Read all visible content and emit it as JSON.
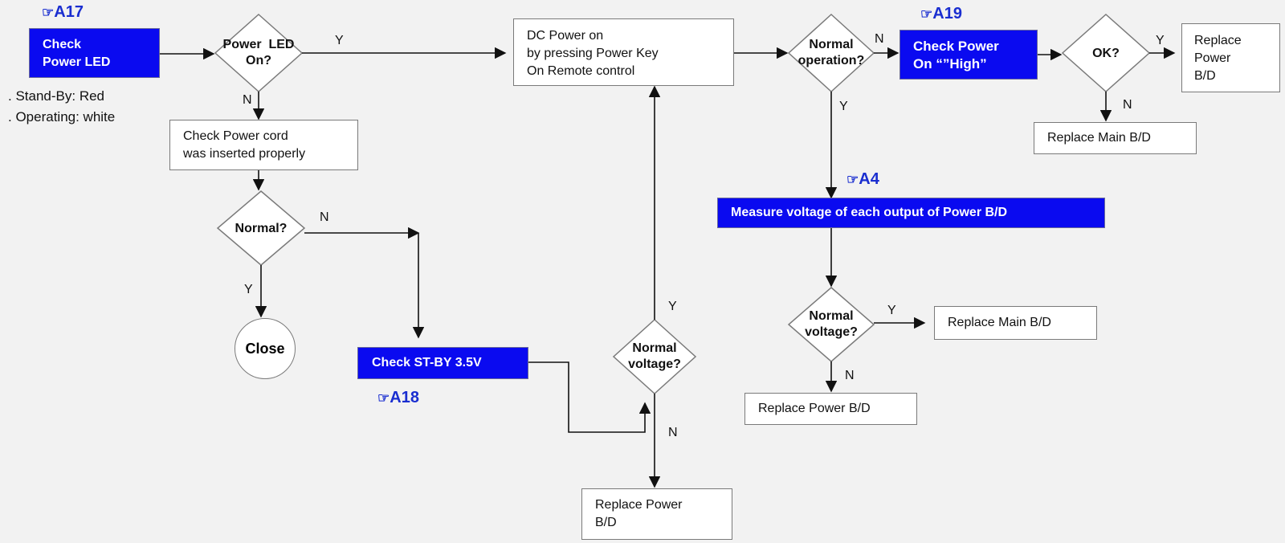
{
  "references": {
    "a17": "A17",
    "a18": "A18",
    "a19": "A19",
    "a4": "A4",
    "pointer_glyph": "☞"
  },
  "notes": {
    "standby": ". Stand-By: Red",
    "operating": ". Operating: white"
  },
  "nodes": {
    "check_power_led": [
      "Check",
      "Power LED"
    ],
    "power_led_on": [
      "Power  LED",
      "On?"
    ],
    "dc_power_on": [
      "DC Power on",
      "by pressing Power Key",
      "On Remote control"
    ],
    "normal_operation": [
      "Normal",
      "operation?"
    ],
    "check_power_on_high": [
      "Check Power",
      "On “”High”"
    ],
    "ok": "OK?",
    "replace_power_top": [
      "Replace",
      "Power",
      "B/D"
    ],
    "replace_main_top": "Replace Main B/D",
    "check_power_cord": [
      "Check Power cord",
      "was inserted properly"
    ],
    "normal": "Normal?",
    "close": "Close",
    "check_stby": "Check ST-BY 3.5V",
    "normal_voltage_center": [
      "Normal",
      "voltage?"
    ],
    "replace_power_bottom": [
      "Replace Power",
      "B/D"
    ],
    "measure_voltage": "Measure voltage of each output of Power B/D",
    "normal_voltage_right": [
      "Normal",
      "voltage?"
    ],
    "replace_main_right": "Replace Main B/D",
    "replace_power_right": "Replace Power B/D"
  },
  "edge_labels": {
    "led_yes": "Y",
    "led_no": "N",
    "normal_no": "N",
    "normal_yes": "Y",
    "center_voltage_yes": "Y",
    "center_voltage_no": "N",
    "operation_no": "N",
    "operation_yes": "Y",
    "ok_yes": "Y",
    "ok_no": "N",
    "right_voltage_yes": "Y",
    "right_voltage_no": "N"
  },
  "colors": {
    "highlight_fill": "#0a0af0",
    "reference_text": "#1a2ed0",
    "background": "#f2f2f2"
  }
}
